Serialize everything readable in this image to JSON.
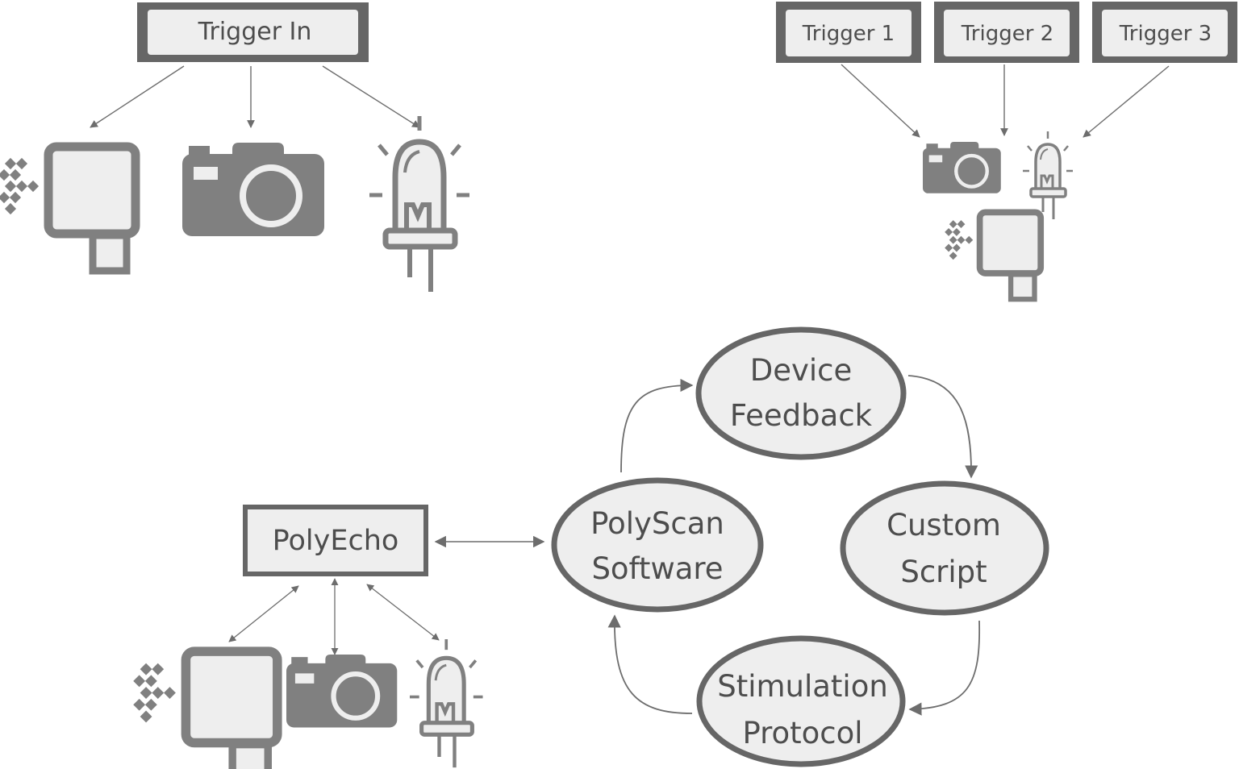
{
  "panel_a": {
    "trigger_label": "Trigger In"
  },
  "panel_b": {
    "trigger_labels": [
      "Trigger 1",
      "Trigger 2",
      "Trigger 3"
    ]
  },
  "panel_c": {
    "hub_label": "PolyEcho",
    "software": {
      "line1": "PolyScan",
      "line2": "Software"
    },
    "feedback": {
      "line1": "Device",
      "line2": "Feedback"
    },
    "script": {
      "line1": "Custom",
      "line2": "Script"
    },
    "protocol": {
      "line1": "Stimulation",
      "line2": "Protocol"
    }
  },
  "devices": [
    "slm-device-icon",
    "camera-icon",
    "led-icon"
  ],
  "colors": {
    "box_border": "#666666",
    "box_fill": "#eeeeee",
    "icon_fill": "#808080",
    "text": "#4d4d4d",
    "arrow": "#6d6d6d"
  }
}
